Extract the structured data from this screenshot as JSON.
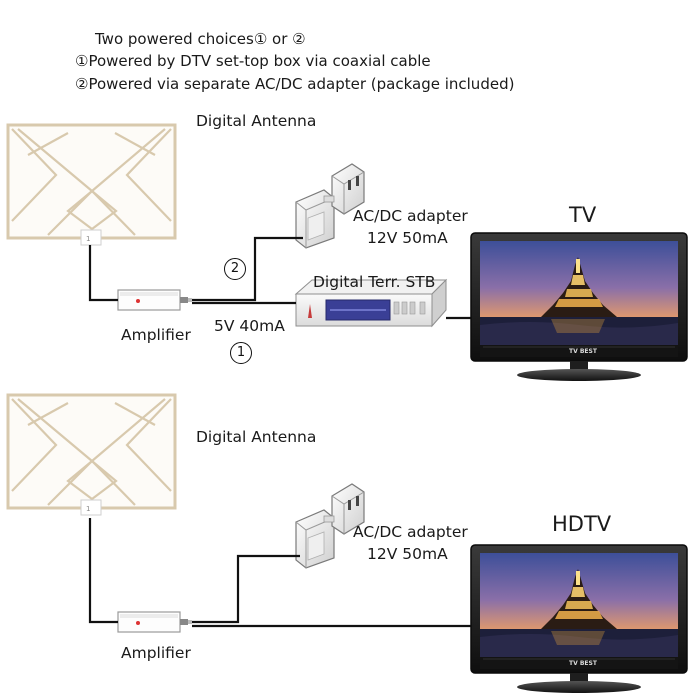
{
  "header": {
    "line1": "Two powered choices① or ②",
    "line2": "①Powered by DTV set-top box via coaxial cable",
    "line3": "②Powered via separate  AC/DC adapter (package included)"
  },
  "panel_top": {
    "antenna_label": "Digital Antenna",
    "adapter_label": "AC/DC adapter",
    "adapter_spec": "12V 50mA",
    "tv_label": "TV",
    "stb_label": "Digital Terr. STB",
    "amplifier_label": "Amplifier",
    "power_label": "5V 40mA",
    "choice1": "1",
    "choice2": "2",
    "tv_brand": "TV BEST"
  },
  "panel_bottom": {
    "antenna_label": "Digital Antenna",
    "adapter_label": "AC/DC adapter",
    "adapter_spec": "12V 50mA",
    "tv_label": "HDTV",
    "amplifier_label": "Amplifier",
    "tv_brand": "TV BEST"
  },
  "colors": {
    "antenna_frame": "#d8c9ad",
    "cable": "#111111",
    "stb_display": "#3a3f96",
    "sky_top": "#4a5aa0",
    "sky_bottom": "#e8a070"
  }
}
